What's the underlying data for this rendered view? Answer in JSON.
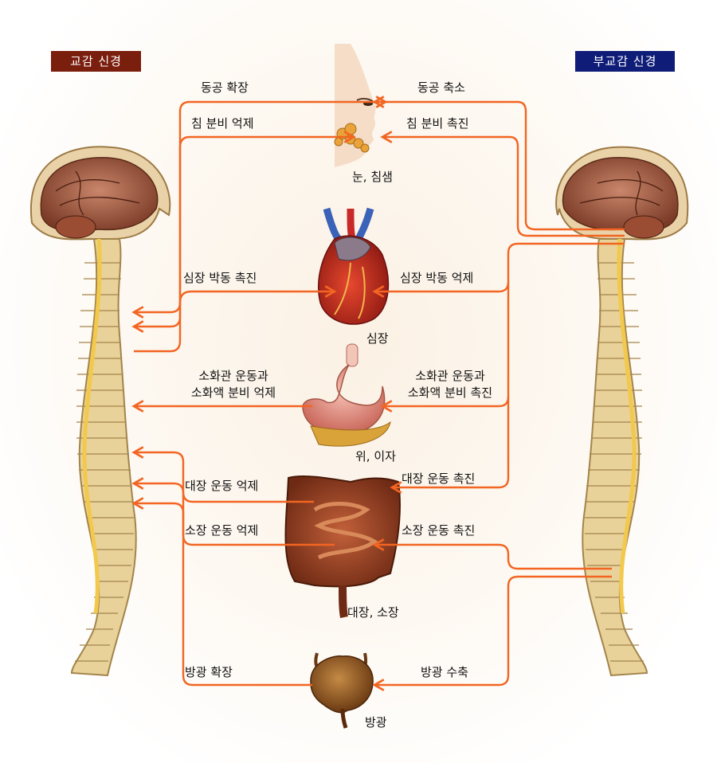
{
  "header": {
    "sympathetic": "교감 신경",
    "parasympathetic": "부교감 신경"
  },
  "organs": {
    "eye_salivary": "눈, 침샘",
    "heart": "심장",
    "stomach_pancreas": "위, 이자",
    "intestines": "대장, 소장",
    "bladder": "방광"
  },
  "sympathetic_effects": {
    "pupil": "동공 확장",
    "saliva": "침 분비 억제",
    "heart": "심장 박동 촉진",
    "digestion_1": "소화관 운동과",
    "digestion_2": "소화액 분비 억제",
    "large_intestine": "대장 운동 억제",
    "small_intestine": "소장 운동 억제",
    "bladder": "방광 확장"
  },
  "parasympathetic_effects": {
    "pupil": "동공 축소",
    "saliva": "침 분비 촉진",
    "heart": "심장 박동 억제",
    "digestion_1": "소화관 운동과",
    "digestion_2": "소화액 분비 촉진",
    "large_intestine": "대장 운동 촉진",
    "small_intestine": "소장 운동 촉진",
    "bladder": "방광 수축"
  },
  "colors": {
    "nerve_line": "#f26522",
    "sympathetic_badge": "#7a1e0e",
    "parasympathetic_badge": "#0f1d78",
    "spinal_cord": "#f2c94c"
  }
}
